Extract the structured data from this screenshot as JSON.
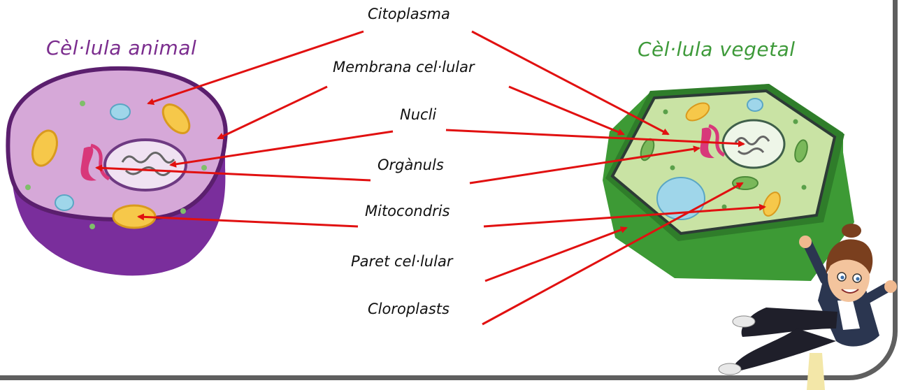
{
  "titles": {
    "animal": "Cèl·lula animal",
    "vegetal": "Cèl·lula vegetal"
  },
  "labels": {
    "citoplasma": "Citoplasma",
    "membrana": "Membrana cel·lular",
    "nucli": "Nucli",
    "organuls": "Orgànuls",
    "mitocondris": "Mitocondris",
    "paret": "Paret cel·lular",
    "cloroplasts": "Cloroplasts"
  },
  "colors": {
    "animal_title": "#7b2d8e",
    "vegetal_title": "#3e9a3a",
    "arrow": "#e11010",
    "frame": "#5f5f5f",
    "animal_cytoplasm": "#d6a8d8",
    "animal_membrane": "#5b1f6e",
    "vegetal_cytoplasm": "#c9e3a4",
    "vegetal_wall": "#3d9a35"
  }
}
